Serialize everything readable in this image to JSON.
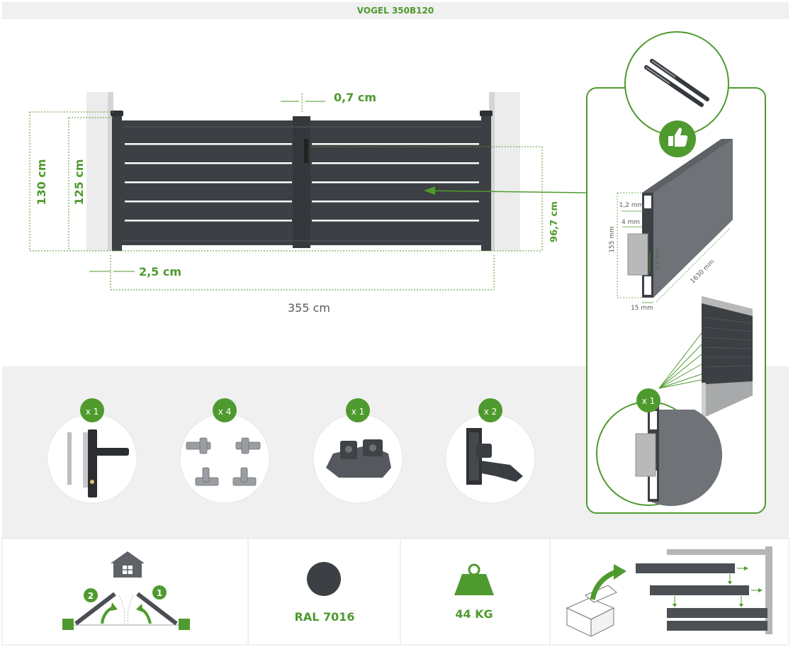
{
  "header": {
    "title": "VOGEL 350B120"
  },
  "dimensions": {
    "gap": "0,7 cm",
    "total_height": "130 cm",
    "panel_height": "125 cm",
    "lath_zone_height": "96,7 cm",
    "post_gap": "2,5 cm",
    "total_width": "355 cm"
  },
  "profile": {
    "wall_top": "1,2 mm",
    "insert": "4 mm",
    "height": "155 mm",
    "wall_inner": "1,1 mm",
    "length": "1630 mm",
    "depth": "15 mm"
  },
  "accessories": [
    {
      "qty": "x 1",
      "item": "handle-lock-icon"
    },
    {
      "qty": "x 4",
      "item": "hinge-icon"
    },
    {
      "qty": "x 1",
      "item": "ground-stop-icon"
    },
    {
      "qty": "x 2",
      "item": "gate-holder-icon"
    }
  ],
  "profile_detail": {
    "qty": "x 1"
  },
  "specs": {
    "color_name": "RAL 7016",
    "color_hex": "#3c3f43",
    "weight": "44 KG",
    "opening_steps": [
      "1",
      "2"
    ]
  },
  "colors": {
    "accent": "#4f9a2f",
    "anthracite": "#3c3f43",
    "panel_bg": "#f0f0f0"
  }
}
